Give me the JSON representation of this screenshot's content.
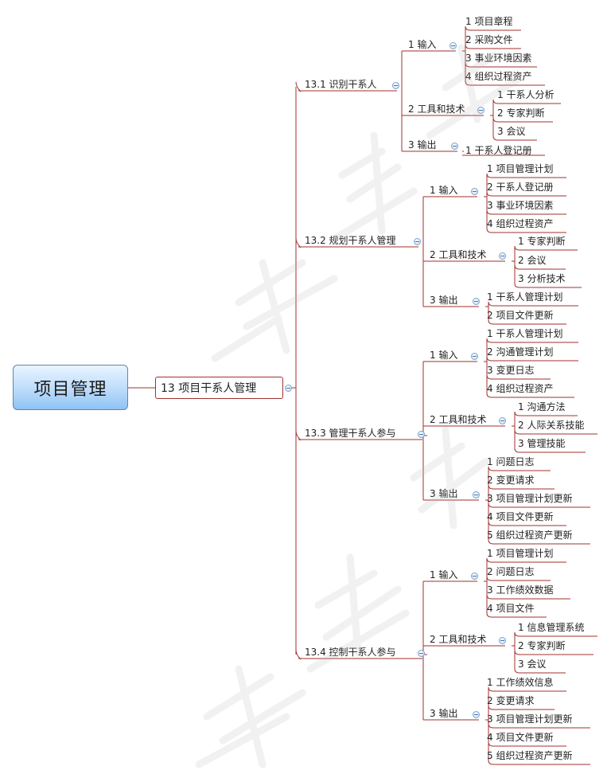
{
  "root": {
    "label": "项目管理"
  },
  "topic": {
    "label": "13 项目干系人管理"
  },
  "processes": [
    {
      "title": "13.1 识别干系人",
      "groups": [
        {
          "name": "1 输入",
          "items": [
            "1 项目章程",
            "2 采购文件",
            "3 事业环境因素",
            "4 组织过程资产"
          ]
        },
        {
          "name": "2 工具和技术",
          "items": [
            "1 干系人分析",
            "2 专家判断",
            "3 会议"
          ]
        },
        {
          "name": "3 输出",
          "items": [
            "1 干系人登记册"
          ]
        }
      ]
    },
    {
      "title": "13.2 规划干系人管理",
      "groups": [
        {
          "name": "1 输入",
          "items": [
            "1 项目管理计划",
            "2 干系人登记册",
            "3 事业环境因素",
            "4 组织过程资产"
          ]
        },
        {
          "name": "2 工具和技术",
          "items": [
            "1 专家判断",
            "2 会议",
            "3 分析技术"
          ]
        },
        {
          "name": "3 输出",
          "items": [
            "1 干系人管理计划",
            "2 项目文件更新"
          ]
        }
      ]
    },
    {
      "title": "13.3 管理干系人参与",
      "groups": [
        {
          "name": "1 输入",
          "items": [
            "1 干系人管理计划",
            "2 沟通管理计划",
            "3 变更日志",
            "4 组织过程资产"
          ]
        },
        {
          "name": "2 工具和技术",
          "items": [
            "1 沟通方法",
            "2 人际关系技能",
            "3 管理技能"
          ]
        },
        {
          "name": "3 输出",
          "items": [
            "1 问题日志",
            "2 变更请求",
            "3 项目管理计划更新",
            "4 项目文件更新",
            "5 组织过程资产更新"
          ]
        }
      ]
    },
    {
      "title": "13.4 控制干系人参与",
      "groups": [
        {
          "name": "1 输入",
          "items": [
            "1 项目管理计划",
            "2 问题日志",
            "3 工作绩效数据",
            "4 项目文件"
          ]
        },
        {
          "name": "2 工具和技术",
          "items": [
            "1 信息管理系统",
            "2 专家判断",
            "3 会议"
          ]
        },
        {
          "name": "3 输出",
          "items": [
            "1 工作绩效信息",
            "2 变更请求",
            "3 项目管理计划更新",
            "4 项目文件更新",
            "5 组织过程资产更新"
          ]
        }
      ]
    }
  ],
  "watermark": {
    "text": "芙烧烧的"
  }
}
